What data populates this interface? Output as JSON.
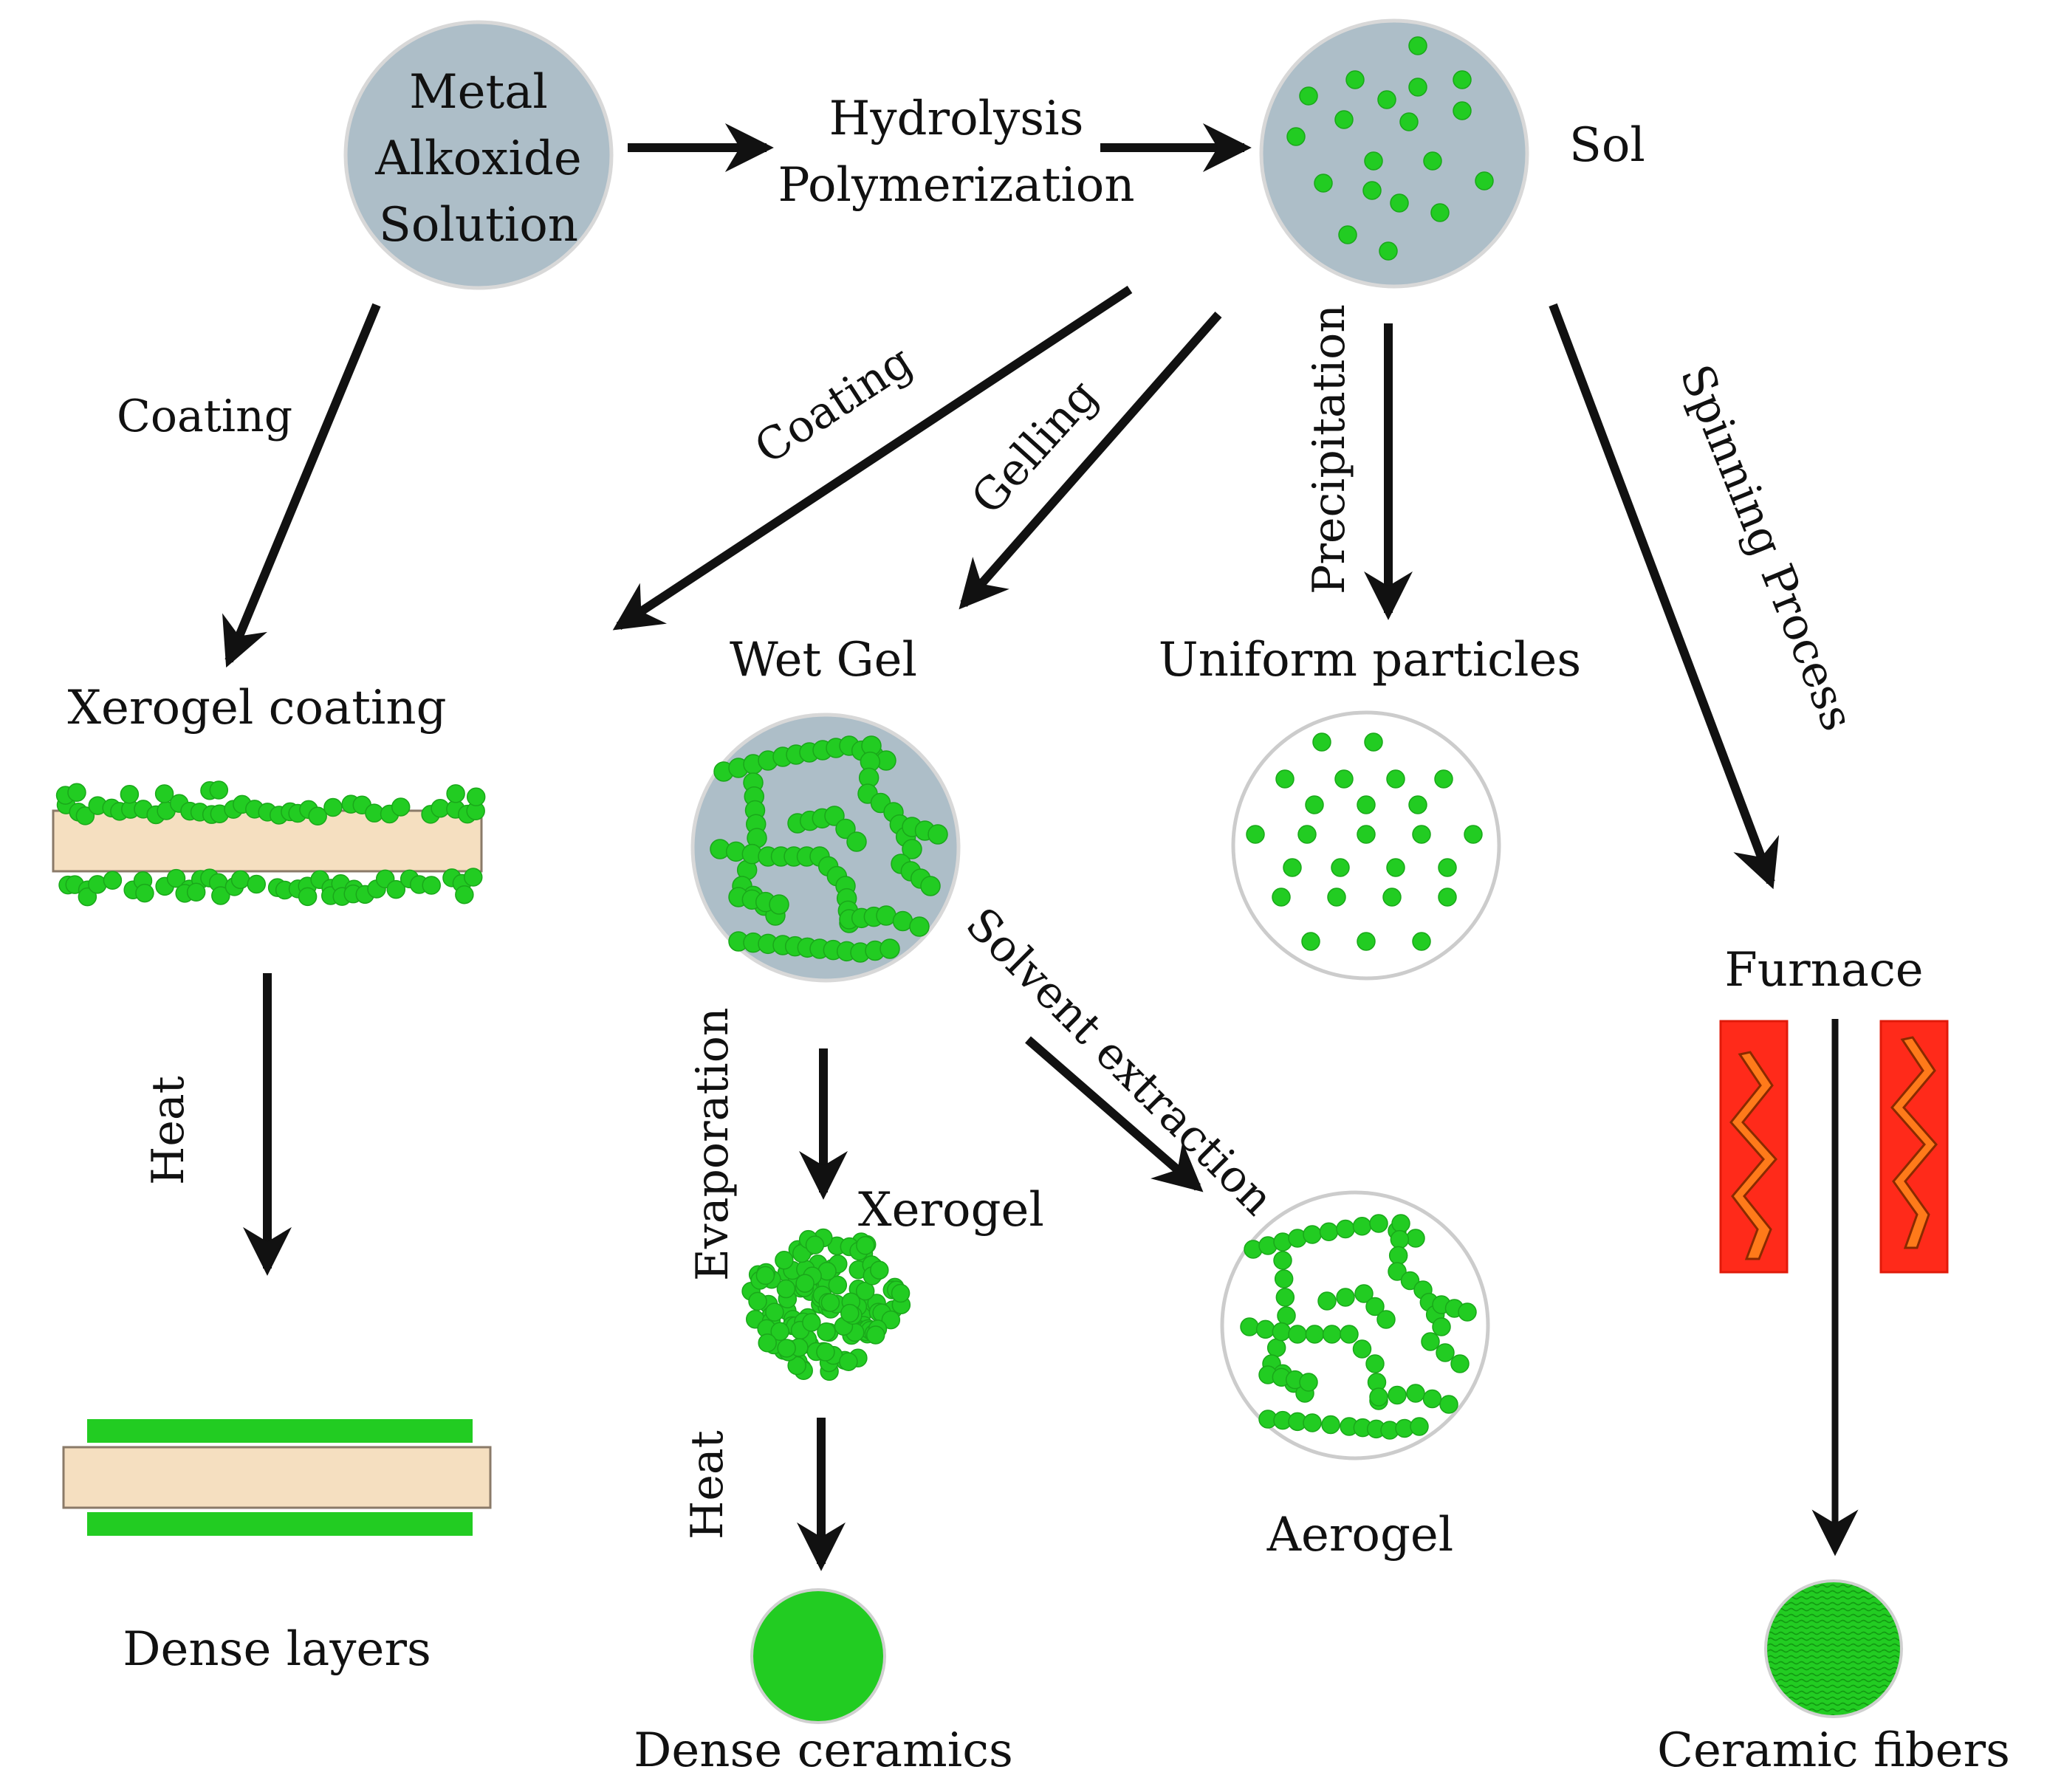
{
  "nodes": {
    "metal_alkoxide": [
      "Metal",
      "Alkoxide",
      "Solution"
    ],
    "hydrolysis": [
      "Hydrolysis",
      "Polymerization"
    ],
    "sol": "Sol",
    "xerogel_coating": "Xerogel coating",
    "wet_gel": "Wet Gel",
    "uniform_particles": "Uniform particles",
    "furnace": "Furnace",
    "xerogel": "Xerogel",
    "dense_layers": "Dense layers",
    "dense_ceramics": "Dense ceramics",
    "aerogel": "Aerogel",
    "ceramic_fibers": "Ceramic fibers"
  },
  "edges": {
    "coating_left": "Coating",
    "coating_mid": "Coating",
    "gelling": "Gelling",
    "precipitation": "Precipitation",
    "spinning": "Spinning Process",
    "heat_left": "Heat",
    "evaporation": "Evaporation",
    "solvent_extraction": "Solvent extraction",
    "heat_mid": "Heat"
  },
  "colors": {
    "solution_fill": "#adbec8",
    "particle_green": "#22cc22",
    "substrate": "#f5dfc0",
    "furnace_red": "#ff2a1a",
    "flame_orange": "#ff7a1a",
    "arrow": "#111111"
  }
}
